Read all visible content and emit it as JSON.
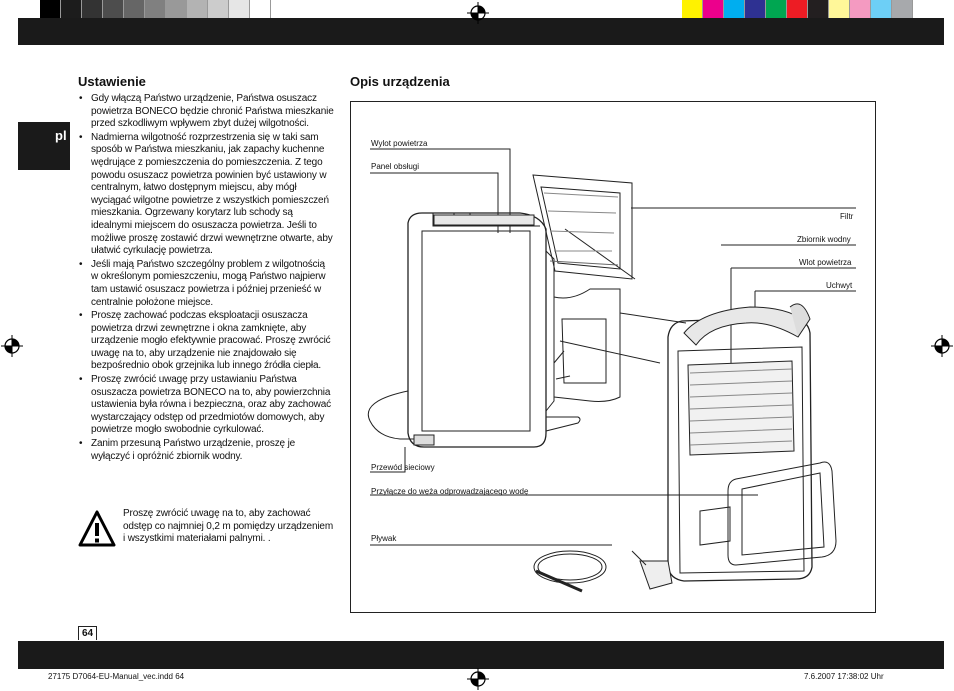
{
  "language_tab": "pl",
  "left": {
    "title": "Ustawienie",
    "bullets": [
      "Gdy włączą Państwo urządzenie, Państwa osuszacz powietrza BONECO będzie chronić Państwa mieszkanie przed szkodliwym wpływem zbyt dużej wilgotności.",
      "Nadmierna wilgotność rozprzestrzenia się w taki sam sposób w Państwa mieszkaniu, jak zapachy kuchenne wędrujące z pomieszczenia do pomieszczenia. Z tego powodu osuszacz powietrza powinien być ustawiony w centralnym, łatwo dostępnym miejscu, aby mógł wyciągać wilgotne powietrze z wszystkich pomieszczeń mieszkania. Ogrzewany korytarz lub schody są idealnymi miejscem do osuszacza powietrza. Jeśli to możliwe proszę zostawić drzwi wewnętrzne otwarte, aby ułatwić cyrkulację powietrza.",
      "Jeśli mają Państwo szczególny problem z wilgotnością w określonym pomieszczeniu, mogą Państwo najpierw tam ustawić osuszacz powietrza i później przenieść w centralnie położone miejsce.",
      "Proszę zachować podczas eksploatacji osuszacza powietrza drzwi zewnętrzne i okna zamknięte, aby urządzenie mogło efektywnie pracować. Proszę zwrócić uwagę na to, aby urządzenie nie znajdowało się bezpośrednio obok grzejnika lub innego źródła ciepła.",
      "Proszę zwrócić uwagę przy ustawianiu Państwa osuszacza powietrza BONECO na to, aby powierzchnia ustawienia była równa i bezpieczna, oraz aby zachować wystarczający odstęp od przedmiotów domowych, aby powietrze mogło swobodnie cyrkulować.",
      "Zanim przesuną Państwo urządzenie, proszę je wyłączyć i opróżnić zbiornik wodny."
    ],
    "warning": "Proszę zwrócić uwagę na to, aby zachować odstęp co najmniej 0,2 m pomiędzy urządzeniem i wszystkimi materiałami palnymi. ."
  },
  "right": {
    "title": "Opis urządzenia",
    "labels": {
      "outlet": "Wylot powietrza",
      "panel": "Panel obsługi",
      "filter": "Filtr",
      "tank": "Zbiornik wodny",
      "inlet": "Wlot powietrza",
      "handle": "Uchwyt",
      "cord": "Przewód sieciowy",
      "hose": "Przyłącze do węża odprowadzającego wodę",
      "float": "Pływak"
    }
  },
  "page_number": "64",
  "footer": {
    "file": "27175 D7064-EU-Manual_vec.indd   64",
    "date": "7.6.2007   17:38:02 Uhr"
  },
  "colors": {
    "gray_swatches": [
      "#000000",
      "#1c1c1c",
      "#333333",
      "#4d4d4d",
      "#666666",
      "#808080",
      "#999999",
      "#b3b3b3",
      "#cccccc",
      "#e6e6e6",
      "#ffffff"
    ],
    "color_swatches": [
      "#fff200",
      "#ec008c",
      "#00aeef",
      "#2e3192",
      "#00a651",
      "#ed1c24",
      "#231f20",
      "#fff799",
      "#f49ac1",
      "#6dcff6",
      "#a7a9ac"
    ]
  }
}
